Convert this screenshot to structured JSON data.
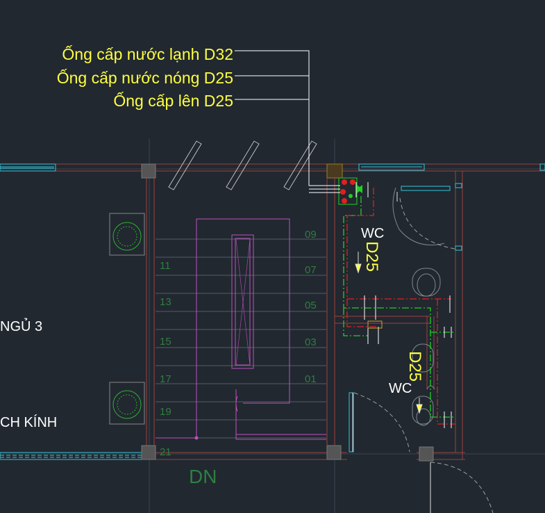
{
  "colors": {
    "background": "#212830",
    "wall": "#a04040",
    "grey": "#808890",
    "cyan": "#32c8dc",
    "yellow": "#ffff40",
    "white": "#ffffff",
    "green": "#20d020",
    "red": "#e02020",
    "magenta": "#c050c0",
    "darkgreen": "#2f7f3f",
    "olive": "#9a8020"
  },
  "legend": {
    "cold_pipe": "Ống cấp nước lạnh D32",
    "hot_pipe": "Ống cấp nước nóng D25",
    "riser_pipe": "Ống cấp lên D25"
  },
  "rooms": {
    "bedroom": "NGỦ 3",
    "glass": "CH KÍNH",
    "wc_upper": "WC",
    "wc_lower": "WC"
  },
  "pipe_labels": {
    "upper": "D25",
    "lower": "D25"
  },
  "stair": {
    "left_steps": [
      "11",
      "13",
      "15",
      "17",
      "19",
      "21"
    ],
    "right_steps": [
      "09",
      "07",
      "05",
      "03",
      "01"
    ],
    "direction": "DN"
  }
}
